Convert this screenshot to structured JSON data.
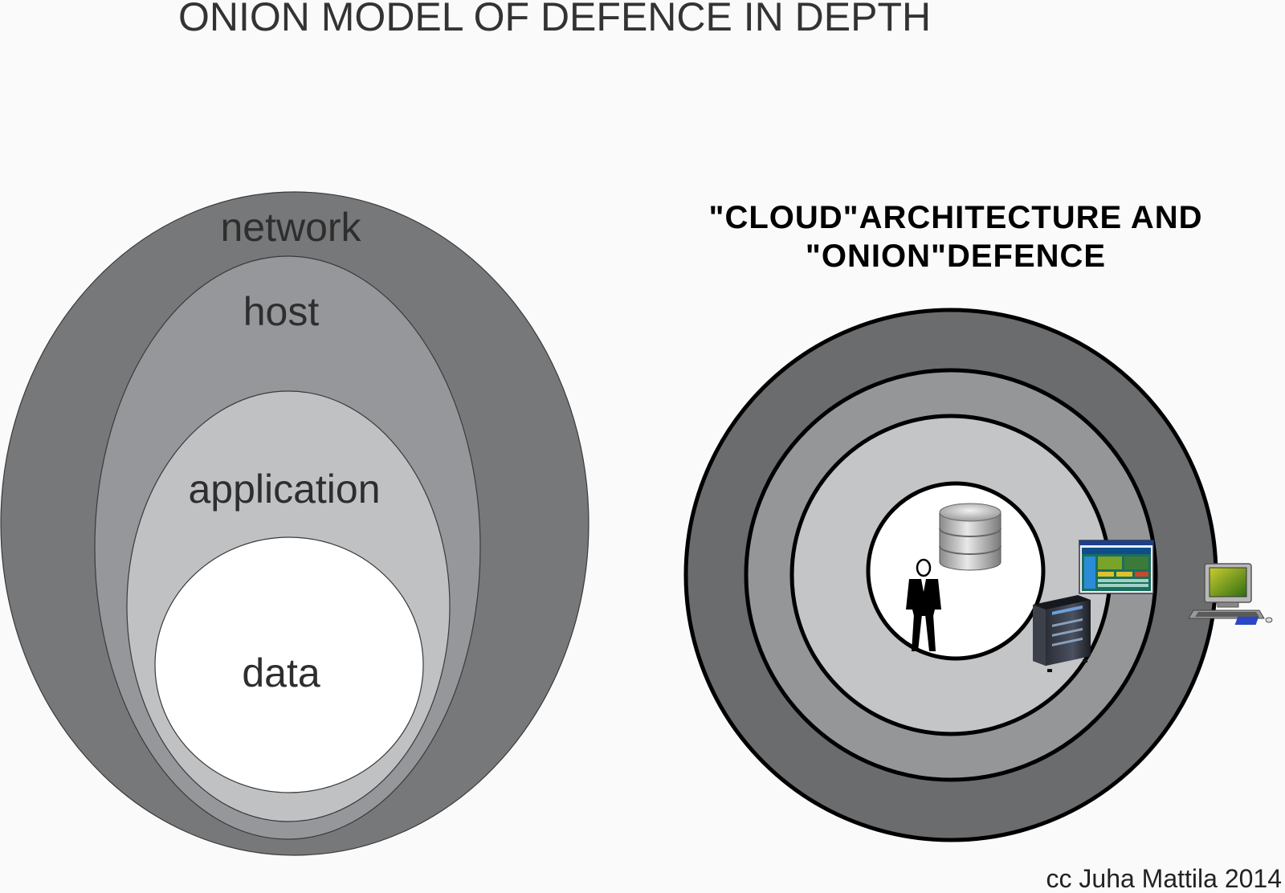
{
  "title": "ONION MODEL OF DEFENCE IN DEPTH",
  "onion": {
    "layers": [
      {
        "label": "network",
        "fill": "#77787a"
      },
      {
        "label": "host",
        "fill": "#96979a"
      },
      {
        "label": "application",
        "fill": "#c0c1c3"
      },
      {
        "label": "data",
        "fill": "#ffffff"
      }
    ]
  },
  "cloud": {
    "title_line1": "\"CLOUD\"ARCHITECTURE AND",
    "title_line2": "\"ONION\"DEFENCE",
    "ring_colors": [
      "#6b6c6e",
      "#959698",
      "#c4c5c7",
      "#ffffff"
    ],
    "icons": [
      "database-icon",
      "person-icon",
      "server-icon",
      "web-application-icon",
      "workstation-icon"
    ]
  },
  "credit": "cc Juha Mattila 2014"
}
